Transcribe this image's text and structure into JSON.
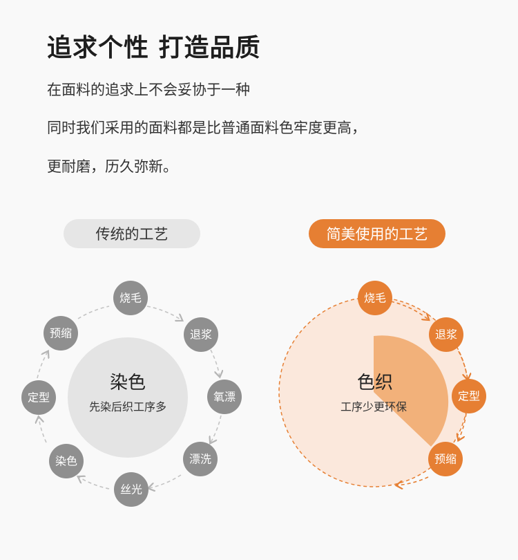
{
  "header": {
    "title": "追求个性 打造品质",
    "lines": [
      "在面料的追求上不会妥协于一种",
      "同时我们采用的面料都是比普通面料色牢度更高，",
      "更耐磨，历久弥新。"
    ]
  },
  "left": {
    "label": "传统的工艺",
    "center_title": "染色",
    "center_sub": "先染后织工序多",
    "steps": [
      "烧毛",
      "退浆",
      "氧漂",
      "漂洗",
      "丝光",
      "染色",
      "定型",
      "预缩"
    ]
  },
  "right": {
    "label": "简美使用的工艺",
    "center_title": "色织",
    "center_sub": "工序少更环保",
    "steps": [
      "烧毛",
      "退浆",
      "定型",
      "预缩"
    ]
  },
  "colors": {
    "grey_node": "#8f8f8f",
    "orange": "#e67f33",
    "light_orange_fill": "#fbe8dc",
    "sector_orange": "#f2b17a",
    "light_grey_fill": "#e4e4e4"
  }
}
